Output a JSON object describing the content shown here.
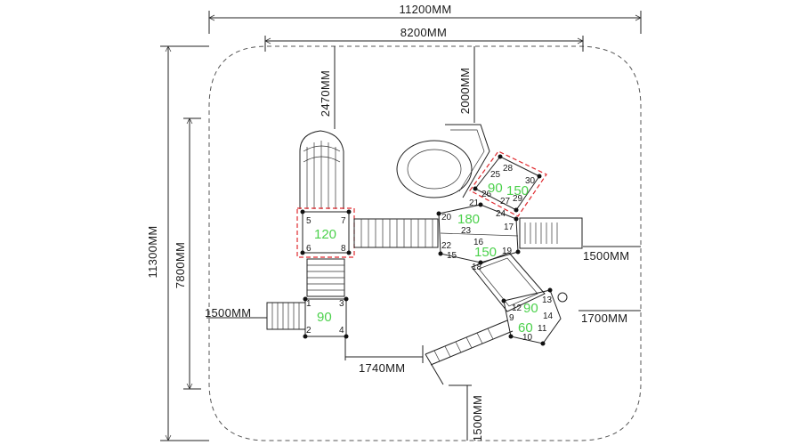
{
  "dimensions": {
    "overall_width": "11200MM",
    "inner_width": "8200MM",
    "overall_depth": "11300MM",
    "inner_depth": "7800MM",
    "tower_height": "2470MM",
    "slide_height": "2000MM",
    "left_stair_length": "1500MM",
    "right_slide_length": "1500MM",
    "right_ramp_length": "1700MM",
    "bottom_offset": "1740MM",
    "bottom_ladder_length": "1500MM"
  },
  "platform_heights": {
    "tower_deck": "120",
    "lower_deck": "90",
    "hex_deck_upper": "180",
    "hex_deck_lower": "150",
    "slide_deck": "90",
    "slide_deck_upper": "150",
    "right_deck_upper": "90",
    "right_deck_lower": "60"
  },
  "post_numbers": [
    "1",
    "2",
    "3",
    "4",
    "5",
    "6",
    "7",
    "8",
    "9",
    "10",
    "11",
    "12",
    "13",
    "14",
    "15",
    "16",
    "17",
    "18",
    "19",
    "20",
    "21",
    "22",
    "23",
    "24",
    "25",
    "26",
    "27",
    "28",
    "29",
    "30"
  ],
  "colors": {
    "line": "#222222",
    "height_label": "#4cd14c",
    "highlight": "#e0282d"
  }
}
